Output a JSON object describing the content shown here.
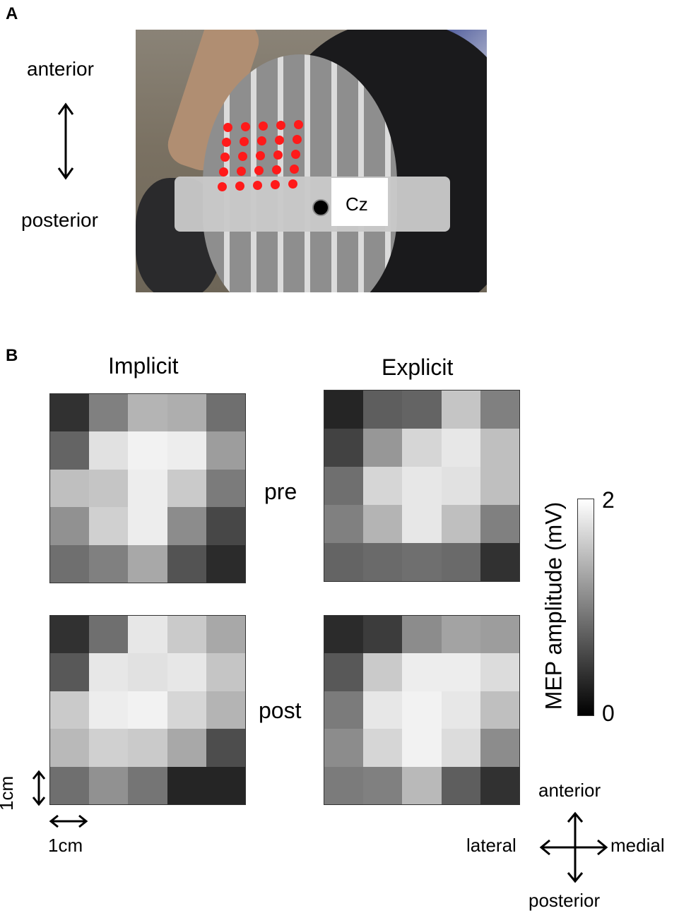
{
  "panels": {
    "A": {
      "label": "A",
      "orientation_top": "anterior",
      "orientation_bottom": "posterior",
      "landmark_label": "Cz",
      "stimulation_grid": {
        "rows": 5,
        "cols": 5,
        "dot_color": "#ff1a1a"
      }
    },
    "B": {
      "label": "B",
      "col_titles": [
        "Implicit",
        "Explicit"
      ],
      "row_labels": [
        "pre",
        "post"
      ],
      "scale_labels": {
        "vertical": "1cm",
        "horizontal": "1cm"
      },
      "compass": {
        "top": "anterior",
        "bottom": "posterior",
        "left": "lateral",
        "right": "medial"
      },
      "colorbar": {
        "title": "MEP amplitude (mV)",
        "max_label": "2",
        "min_label": "0",
        "min": 0,
        "max": 2,
        "colormap": "gray"
      }
    }
  },
  "chart_data": [
    {
      "type": "heatmap",
      "condition": "Implicit",
      "session": "pre",
      "vmin": 0,
      "vmax": 2,
      "z": [
        [
          0.25,
          0.95,
          1.4,
          1.35,
          0.8
        ],
        [
          0.7,
          1.8,
          1.95,
          1.9,
          1.2
        ],
        [
          1.5,
          1.55,
          1.9,
          1.6,
          0.9
        ],
        [
          1.1,
          1.65,
          1.9,
          1.05,
          0.45
        ],
        [
          0.8,
          0.95,
          1.3,
          0.55,
          0.2
        ]
      ]
    },
    {
      "type": "heatmap",
      "condition": "Explicit",
      "session": "pre",
      "vmin": 0,
      "vmax": 2,
      "z": [
        [
          0.15,
          0.65,
          0.7,
          1.55,
          0.95
        ],
        [
          0.4,
          1.15,
          1.7,
          1.85,
          1.5
        ],
        [
          0.8,
          1.7,
          1.85,
          1.8,
          1.5
        ],
        [
          0.95,
          1.4,
          1.85,
          1.5,
          0.95
        ],
        [
          0.7,
          0.75,
          0.8,
          0.75,
          0.25
        ]
      ]
    },
    {
      "type": "heatmap",
      "condition": "Implicit",
      "session": "post",
      "vmin": 0,
      "vmax": 2,
      "z": [
        [
          0.25,
          0.8,
          1.85,
          1.6,
          1.3
        ],
        [
          0.6,
          1.85,
          1.8,
          1.85,
          1.55
        ],
        [
          1.6,
          1.9,
          1.95,
          1.7,
          1.4
        ],
        [
          1.45,
          1.65,
          1.6,
          1.3,
          0.5
        ],
        [
          0.8,
          1.1,
          0.85,
          0.15,
          0.15
        ]
      ]
    },
    {
      "type": "heatmap",
      "condition": "Explicit",
      "session": "post",
      "vmin": 0,
      "vmax": 2,
      "z": [
        [
          0.2,
          0.35,
          1.05,
          1.25,
          1.2
        ],
        [
          0.6,
          1.6,
          1.9,
          1.9,
          1.75
        ],
        [
          0.9,
          1.85,
          1.95,
          1.85,
          1.5
        ],
        [
          1.05,
          1.7,
          1.95,
          1.75,
          1.05
        ],
        [
          0.9,
          0.95,
          1.45,
          0.65,
          0.25
        ]
      ]
    }
  ]
}
